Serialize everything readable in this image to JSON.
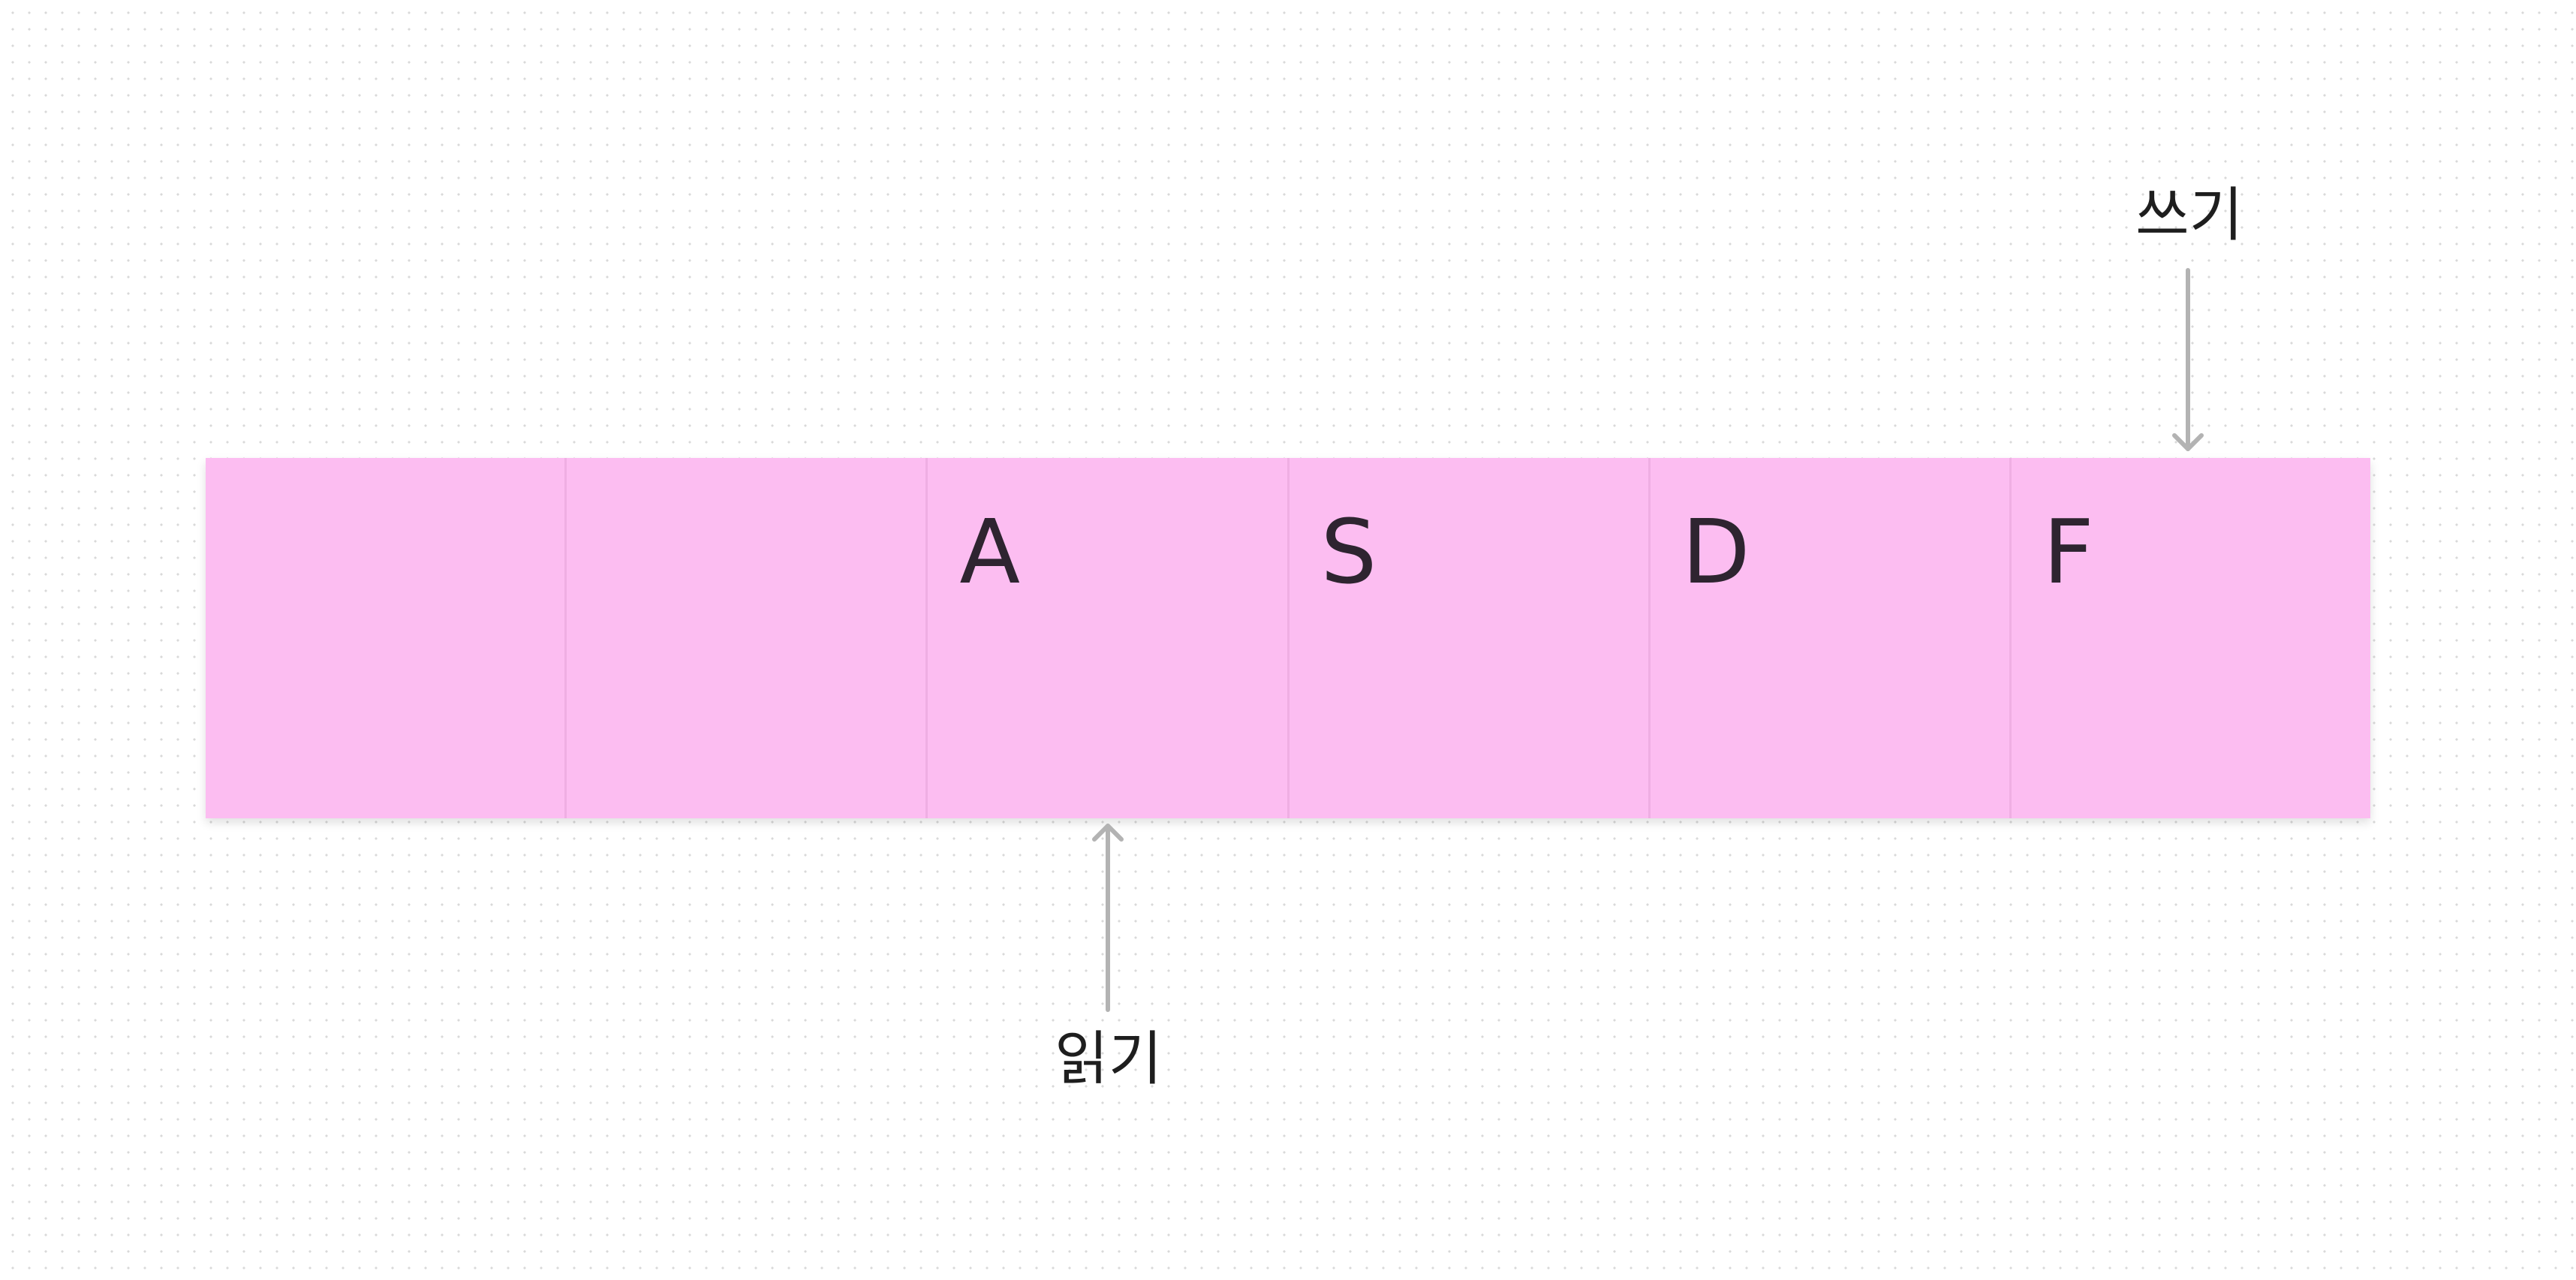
{
  "buffer": {
    "cells": [
      {
        "label": ""
      },
      {
        "label": ""
      },
      {
        "label": "A"
      },
      {
        "label": "S"
      },
      {
        "label": "D"
      },
      {
        "label": "F"
      }
    ]
  },
  "annotations": {
    "write_label": "쓰기",
    "read_label": "읽기"
  },
  "colors": {
    "cell_fill": "#fcbdf1",
    "arrow": "#b3b3b3",
    "text": "#2e2430"
  }
}
